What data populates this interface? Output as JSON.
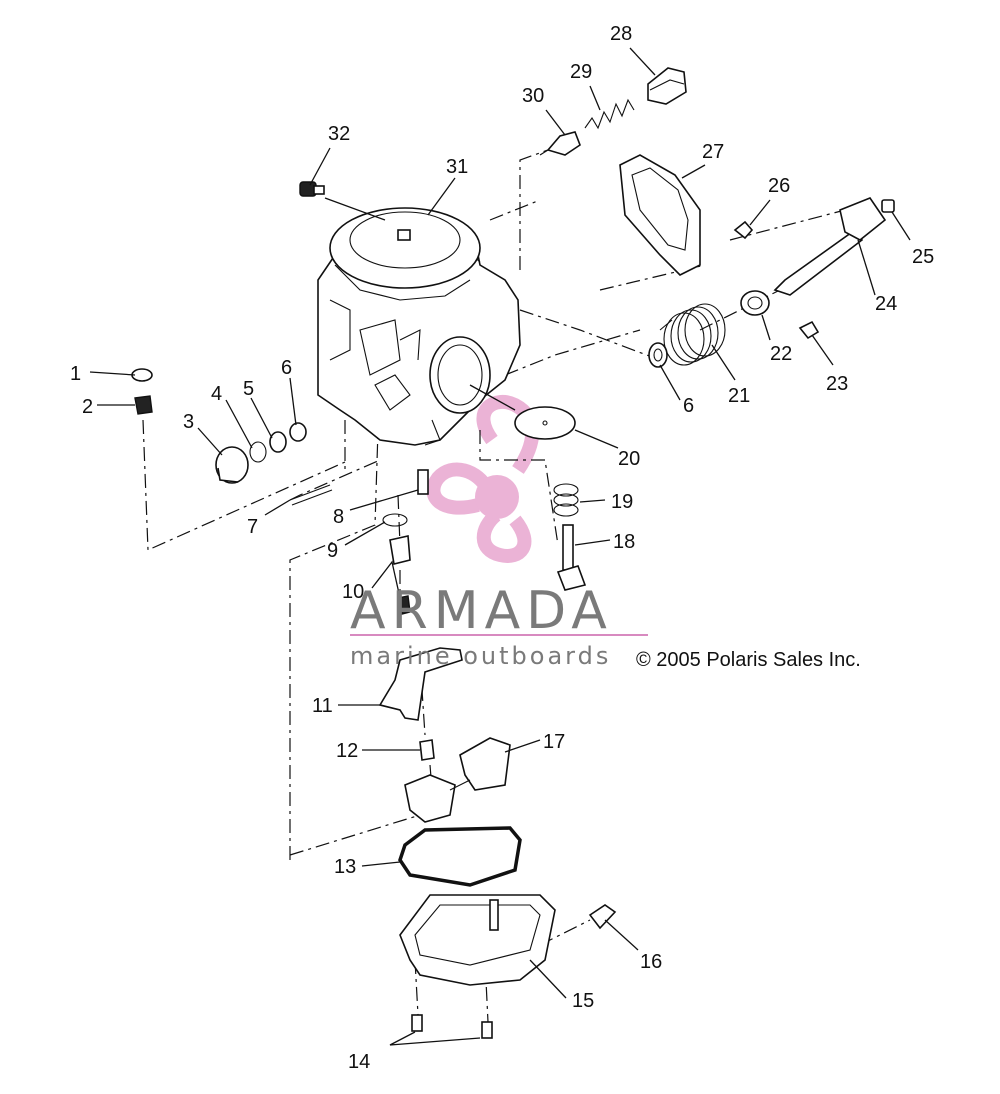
{
  "copyright": "© 2005 Polaris Sales Inc.",
  "watermark": {
    "name": "ARMADA",
    "tagline": "marine outboards",
    "logo_color": "#e8a6cf",
    "text_color": "#7a7a7a",
    "rule_color": "#d88ac0"
  },
  "callouts": [
    {
      "id": "1",
      "text": "1"
    },
    {
      "id": "2",
      "text": "2"
    },
    {
      "id": "3",
      "text": "3"
    },
    {
      "id": "4",
      "text": "4"
    },
    {
      "id": "5",
      "text": "5"
    },
    {
      "id": "6a",
      "text": "6"
    },
    {
      "id": "6b",
      "text": "6"
    },
    {
      "id": "7",
      "text": "7"
    },
    {
      "id": "8",
      "text": "8"
    },
    {
      "id": "9",
      "text": "9"
    },
    {
      "id": "10",
      "text": "10"
    },
    {
      "id": "11",
      "text": "11"
    },
    {
      "id": "12",
      "text": "12"
    },
    {
      "id": "13",
      "text": "13"
    },
    {
      "id": "14",
      "text": "14"
    },
    {
      "id": "15",
      "text": "15"
    },
    {
      "id": "16",
      "text": "16"
    },
    {
      "id": "17",
      "text": "17"
    },
    {
      "id": "18",
      "text": "18"
    },
    {
      "id": "19",
      "text": "19"
    },
    {
      "id": "20",
      "text": "20"
    },
    {
      "id": "21",
      "text": "21"
    },
    {
      "id": "22",
      "text": "22"
    },
    {
      "id": "23",
      "text": "23"
    },
    {
      "id": "24",
      "text": "24"
    },
    {
      "id": "25",
      "text": "25"
    },
    {
      "id": "26",
      "text": "26"
    },
    {
      "id": "27",
      "text": "27"
    },
    {
      "id": "28",
      "text": "28"
    },
    {
      "id": "29",
      "text": "29"
    },
    {
      "id": "30",
      "text": "30"
    },
    {
      "id": "31",
      "text": "31"
    },
    {
      "id": "32",
      "text": "32"
    }
  ]
}
